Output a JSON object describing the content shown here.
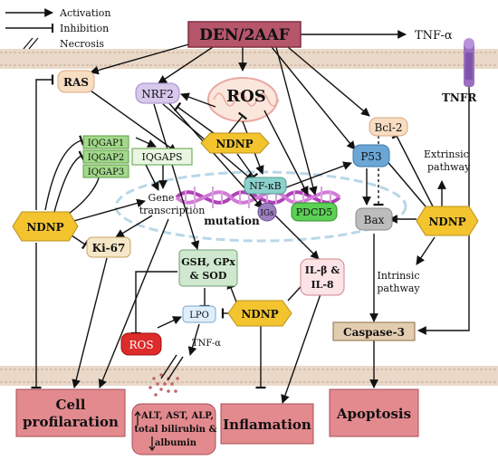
{
  "legend": {
    "activation": "Activation",
    "inhibition": "Inhibition",
    "necrosis": "Necrosis"
  },
  "nodes": {
    "den": "DEN/2AAF",
    "tnf_top": "TNF-α",
    "tnfr": "TNFR",
    "ras": "RAS",
    "nrf2": "NRF2",
    "ros_top": "ROS",
    "ndnp_center": "NDNP",
    "bcl2": "Bcl-2",
    "p53": "P53",
    "extrinsic_line1": "Extrinsic",
    "extrinsic_line2": "pathway",
    "iqgap1": "IQGAP1",
    "iqgap2": "IQGAP2",
    "iqgap3": "IQGAP3",
    "iqgaps": "IQGAPS",
    "nfkb": "NF-κB",
    "ndnp_left": "NDNP",
    "gene_line1": "Gene",
    "gene_line2": "transcription",
    "mutation": "mutation",
    "igs": "IGs",
    "pdcd5": "PDCD5",
    "bax": "Bax",
    "ndnp_right": "NDNP",
    "ki67": "Ki-67",
    "gsh_line1": "GSH, GPx",
    "gsh_line2": "& SOD",
    "il_line1": "IL-β &",
    "il_line2": "IL-8",
    "intrinsic_line1": "Intrinsic",
    "intrinsic_line2": "pathway",
    "lpo": "LPO",
    "ndnp_bottom": "NDNP",
    "ros_bottom": "ROS",
    "tnf_mid": "TNF-α",
    "caspase3": "Caspase-3",
    "cell_prolif_line1": "Cell",
    "cell_prolif_line2": "profilaration",
    "liver_line1": "ALT, AST, ALP,",
    "liver_line2": "total bilirubin &",
    "liver_line3": "albumin",
    "inflammation": "Inflamation",
    "apoptosis": "Apoptosis"
  },
  "colors": {
    "den_fill": "#b5566b",
    "ndnp_fill": "#f3c42e",
    "outcome_fill": "#e38a8f",
    "membrane": "#ead9c9",
    "ros_fill": "#dd2a2a",
    "dna_strand": "#b040b8",
    "p53_fill": "#6aa6d6",
    "nfkb_fill": "#8cd2cc",
    "pdcd5_fill": "#5ccf55",
    "igs_fill": "#9d7fc2",
    "gsh_fill": "#cfe8cf",
    "il_fill": "#fbe3e6",
    "caspase_fill": "#e3cdb1",
    "bax_fill": "#bdbdbd",
    "nrf2_fill": "#d7c8ec",
    "bcl2_fill": "#f8ddc2",
    "iqgap_fill": "#a3d98a",
    "ki67_fill": "#f5e7c7"
  }
}
